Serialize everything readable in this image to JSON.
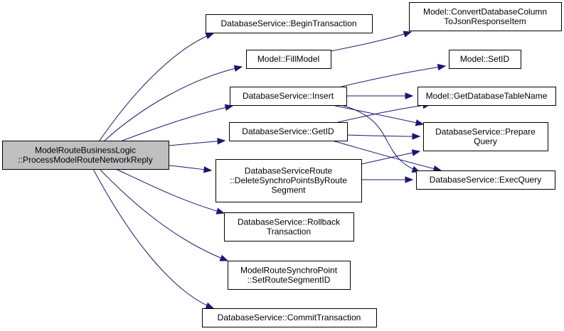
{
  "diagram": {
    "type": "call-graph",
    "edge_color": "#191970",
    "root_fill": "#bfbfbf",
    "nodes": {
      "root": {
        "lines": [
          "ModelRouteBusinessLogic",
          "::ProcessModelRouteNetworkReply"
        ]
      },
      "begin": {
        "lines": [
          "DatabaseService::BeginTransaction"
        ]
      },
      "fill": {
        "lines": [
          "Model::FillModel"
        ]
      },
      "insert": {
        "lines": [
          "DatabaseService::Insert"
        ]
      },
      "getid": {
        "lines": [
          "DatabaseService::GetID"
        ]
      },
      "delsync": {
        "lines": [
          "DatabaseServiceRoute",
          "::DeleteSynchroPointsByRoute",
          "Segment"
        ]
      },
      "rollback": {
        "lines": [
          "DatabaseService::Rollback",
          "Transaction"
        ]
      },
      "setseg": {
        "lines": [
          "ModelRouteSynchroPoint",
          "::SetRouteSegmentID"
        ]
      },
      "commit": {
        "lines": [
          "DatabaseService::CommitTransaction"
        ]
      },
      "convert": {
        "lines": [
          "Model::ConvertDatabaseColumn",
          "ToJsonResponseItem"
        ]
      },
      "setid": {
        "lines": [
          "Model::SetID"
        ]
      },
      "gettable": {
        "lines": [
          "Model::GetDatabaseTableName"
        ]
      },
      "prepare": {
        "lines": [
          "DatabaseService::Prepare",
          "Query"
        ]
      },
      "exec": {
        "lines": [
          "DatabaseService::ExecQuery"
        ]
      }
    },
    "edges": [
      [
        "root",
        "begin"
      ],
      [
        "root",
        "fill"
      ],
      [
        "root",
        "insert"
      ],
      [
        "root",
        "getid"
      ],
      [
        "root",
        "delsync"
      ],
      [
        "root",
        "rollback"
      ],
      [
        "root",
        "setseg"
      ],
      [
        "root",
        "commit"
      ],
      [
        "fill",
        "convert"
      ],
      [
        "insert",
        "setid"
      ],
      [
        "insert",
        "gettable"
      ],
      [
        "insert",
        "prepare"
      ],
      [
        "insert",
        "exec"
      ],
      [
        "getid",
        "gettable"
      ],
      [
        "getid",
        "prepare"
      ],
      [
        "getid",
        "exec"
      ],
      [
        "delsync",
        "prepare"
      ],
      [
        "delsync",
        "exec"
      ]
    ]
  }
}
